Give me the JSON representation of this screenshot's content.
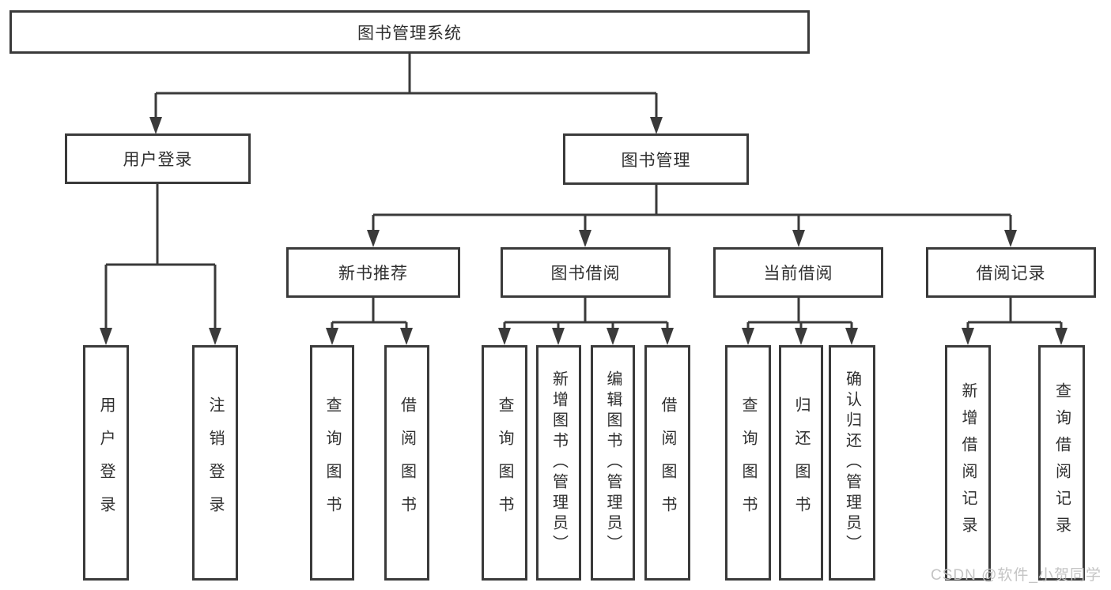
{
  "tree": {
    "label": "图书管理系统",
    "children": [
      {
        "label": "用户登录",
        "children": [
          {
            "label": "用户登录"
          },
          {
            "label": "注销登录"
          }
        ]
      },
      {
        "label": "图书管理",
        "children": [
          {
            "label": "新书推荐",
            "children": [
              {
                "label": "查询图书"
              },
              {
                "label": "借阅图书"
              }
            ]
          },
          {
            "label": "图书借阅",
            "children": [
              {
                "label": "查询图书"
              },
              {
                "label": "新增图书（管理员）"
              },
              {
                "label": "编辑图书（管理员）"
              },
              {
                "label": "借阅图书"
              }
            ]
          },
          {
            "label": "当前借阅",
            "children": [
              {
                "label": "查询图书"
              },
              {
                "label": "归还图书"
              },
              {
                "label": "确认归还（管理员）"
              }
            ]
          },
          {
            "label": "借阅记录",
            "children": [
              {
                "label": "新增借阅记录"
              },
              {
                "label": "查询借阅记录"
              }
            ]
          }
        ]
      }
    ]
  },
  "watermark": "CSDN @软件_小贺同学",
  "colors": {
    "line": "#3a3a3a",
    "box_border": "#3a3a3a",
    "box_fill": "#ffffff",
    "text": "#2f2f2f",
    "watermark": "#c4c4c4",
    "background": "#ffffff"
  }
}
